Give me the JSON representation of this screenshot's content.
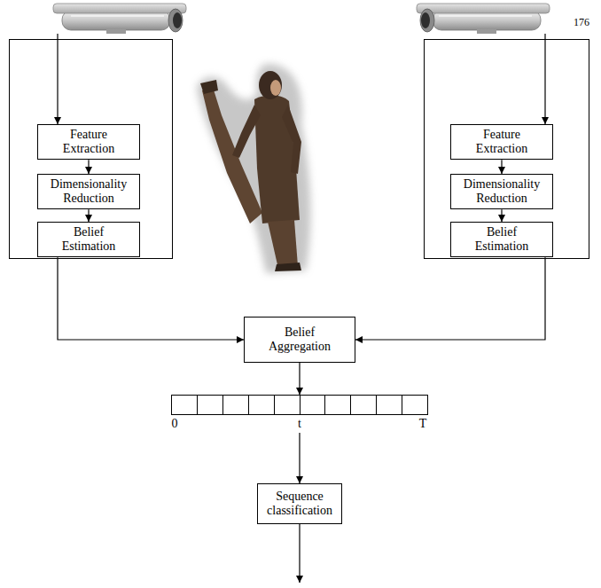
{
  "diagram": {
    "nodes": [
      {
        "text": []
      },
      {
        "text": [
          "Feature Extraction"
        ],
        "in": 0
      },
      {
        "text": [
          "Dimensionality Reduction"
        ],
        "in": 0
      },
      {
        "text": [
          "Belief Estimation"
        ],
        "in": 0
      },
      {
        "text": []
      },
      {
        "text": [
          "Feature Extraction"
        ],
        "in": 4
      },
      {
        "text": [
          "Dimensionality Reduction"
        ],
        "in": 4
      },
      {
        "text": [
          "Belief Estimation"
        ],
        "in": 4
      },
      {
        "text": [
          "Belief Aggregation"
        ]
      },
      {
        "text": [
          "0",
          "t",
          "T"
        ]
      },
      {
        "text": [
          "Sequence classification"
        ]
      }
    ],
    "edges": [
      {
        "from": 1,
        "to": 2,
        "arrow": "to"
      },
      {
        "from": 2,
        "to": 3,
        "arrow": "to"
      },
      {
        "from": 5,
        "to": 6,
        "arrow": "to"
      },
      {
        "from": 6,
        "to": 7,
        "arrow": "to"
      },
      {
        "from": 3,
        "to": 8,
        "arrow": "to"
      },
      {
        "from": 7,
        "to": 8,
        "arrow": "to"
      },
      {
        "from": 8,
        "to": 9,
        "arrow": "to"
      },
      {
        "from": 9,
        "to": 10,
        "arrow": "to"
      }
    ],
    "labels": [
      "176"
    ]
  }
}
